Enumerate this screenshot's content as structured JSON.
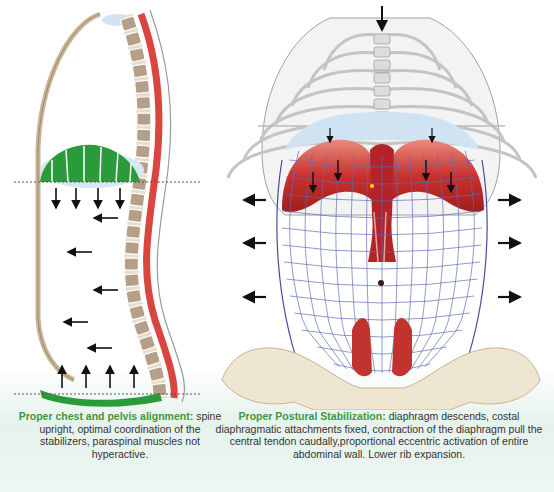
{
  "diagram": {
    "labels": [
      "Proper chest and pelvis alignment:",
      "spine upright, optimal coordination of the stabilizers, paraspinal muscles not hyperactive.",
      "Proper Postural Stabilization:",
      "diaphragm descends, costal diaphragmatic attachments fixed, contraction of the diaphragm pull the central tendon caudally,proportional eccentric activation of entire abdominal wall. Lower rib expansion."
    ]
  }
}
